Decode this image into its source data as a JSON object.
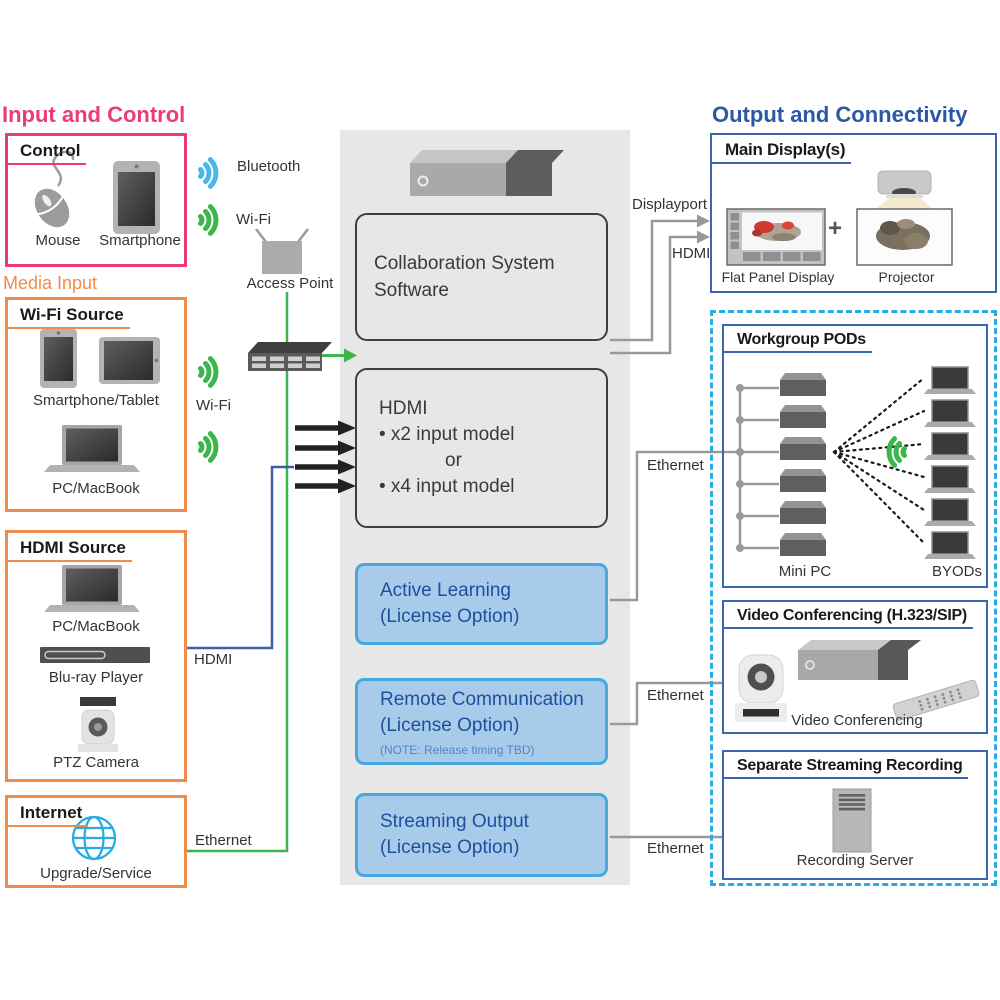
{
  "left": {
    "section_title": "Input and Control",
    "control": {
      "title": "Control",
      "mouse_label": "Mouse",
      "smartphone_label": "Smartphone"
    },
    "media_input_label": "Media Input",
    "wifi_source": {
      "title": "Wi-Fi Source",
      "devices_label": "Smartphone/Tablet",
      "pc_label": "PC/MacBook"
    },
    "hdmi_source": {
      "title": "HDMI Source",
      "pc_label": "PC/MacBook",
      "bluray_label": "Blu-ray Player",
      "ptz_label": "PTZ Camera"
    },
    "internet": {
      "title": "Internet",
      "service_label": "Upgrade/Service"
    }
  },
  "connections": {
    "bluetooth_label": "Bluetooth",
    "wifi_top_label": "Wi-Fi",
    "access_point_label": "Access Point",
    "wifi_mid_label": "Wi-Fi",
    "hdmi_in_label": "HDMI",
    "ethernet_in_label": "Ethernet",
    "displayport_label": "Displayport",
    "hdmi_out_label": "HDMI",
    "ethernet_pods_label": "Ethernet",
    "ethernet_vc_label": "Ethernet",
    "ethernet_rec_label": "Ethernet"
  },
  "center": {
    "software_label": "Collaboration System Software",
    "hdmi": {
      "title": "HDMI",
      "option1": "• x2 input model",
      "or": "or",
      "option2": "• x4 input model"
    },
    "active_learning": {
      "title": "Active Learning",
      "subtitle": "(License Option)"
    },
    "remote_communication": {
      "title": "Remote Communication",
      "subtitle": "(License Option)",
      "note": "(NOTE: Release timing TBD)"
    },
    "streaming_output": {
      "title": "Streaming Output",
      "subtitle": "(License Option)"
    }
  },
  "right": {
    "section_title": "Output and Connectivity",
    "main_displays": {
      "title": "Main Display(s)",
      "flat_panel_label": "Flat Panel Display",
      "plus": "+",
      "projector_label": "Projector"
    },
    "workgroup_pods": {
      "title": "Workgroup PODs",
      "mini_pc_label": "Mini PC",
      "byods_label": "BYODs"
    },
    "video_conferencing": {
      "title": "Video Conferencing (H.323/SIP)",
      "caption": "Video Conferencing"
    },
    "streaming_recording": {
      "title": "Separate Streaming Recording",
      "caption": "Recording Server"
    }
  },
  "colors": {
    "input_accent": "#ec3d72",
    "media_accent": "#ef8c4c",
    "output_accent": "#2b57a5",
    "box_border_blue": "#3a67ad",
    "dashed_border": "#29abe2",
    "license_fill": "#a9cbea",
    "license_border": "#45a8de",
    "license_text": "#1d4f9e",
    "ethernet_green": "#3cb54a",
    "hdmi_blue": "#3a5fa8",
    "bluetooth_blue": "#4ab8e6",
    "line_gray": "#999999",
    "arrow_black": "#222222",
    "panel_gray": "#e7e7e7"
  }
}
